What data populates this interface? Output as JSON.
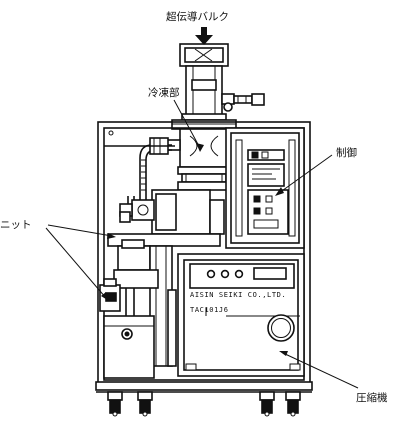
{
  "labels": {
    "bulk": "超伝導バルク",
    "cold_head": "冷凍部",
    "control": "制御",
    "unit": "ニット",
    "compressor": "圧縮機"
  },
  "nameplate": {
    "line1": "AISIN SEIKI CO.,LTD.",
    "line2": "TAC101J6"
  }
}
